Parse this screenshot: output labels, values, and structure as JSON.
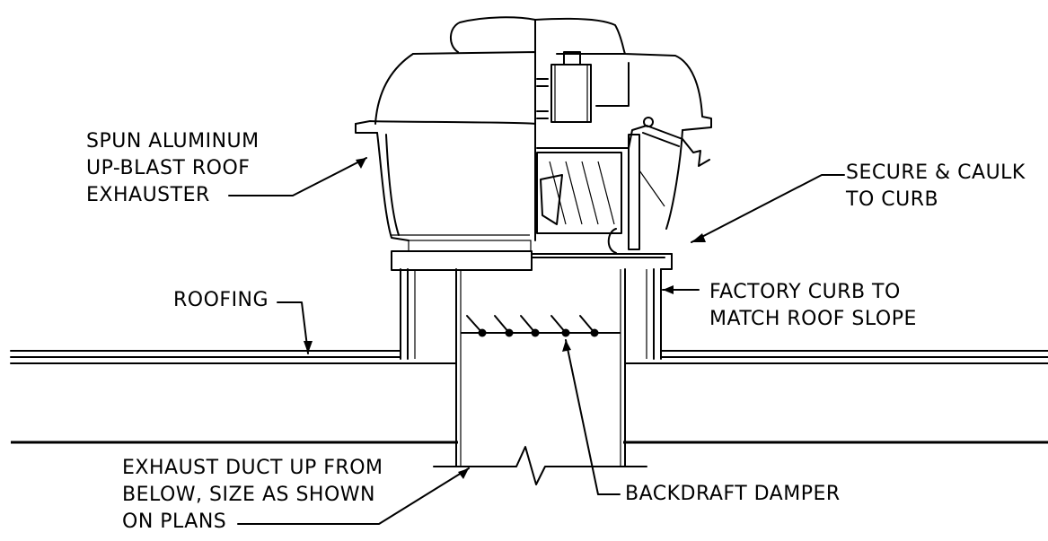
{
  "labels": {
    "exhauster": [
      "SPUN ALUMINUM",
      "UP-BLAST ROOF",
      "EXHAUSTER"
    ],
    "secure": [
      "SECURE & CAULK",
      "TO CURB"
    ],
    "roofing": "ROOFING",
    "curb": [
      "FACTORY CURB TO",
      "MATCH ROOF SLOPE"
    ],
    "duct": [
      "EXHAUST DUCT UP FROM",
      "BELOW, SIZE AS SHOWN",
      "ON PLANS"
    ],
    "damper": "BACKDRAFT DAMPER"
  }
}
